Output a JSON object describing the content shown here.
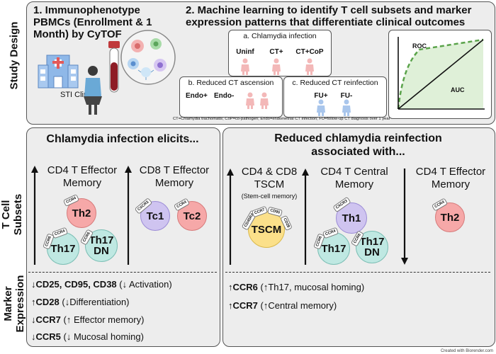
{
  "side_labels": {
    "study_design": "Study Design",
    "t_cell_subsets": "T Cell\nSubsets",
    "marker_expression": "Marker\nExpression"
  },
  "step1": {
    "title": "1. Immunophenotype\nPBMCs (Enrollment & 1\nMonth) by CyTOF",
    "clinic_label": "STI Clinic"
  },
  "step2": {
    "title": "2. Machine learning to identify T cell subsets and marker\nexpression patterns that differentiate clinical outcomes",
    "a": {
      "title": "a. Chlamydia infection",
      "groups": [
        "Uninf",
        "CT+",
        "CT+CoP"
      ]
    },
    "b": {
      "title": "b. Reduced CT ascension",
      "groups": [
        "Endo+",
        "Endo-"
      ]
    },
    "c": {
      "title": "c. Reduced CT reinfection",
      "groups": [
        "FU+",
        "FU-"
      ]
    },
    "footnote": "CT=Chlamydia trachomatis; CoP=co-pathogen; Endo=endometrial CT infection; FU=follow-up CT diagnosis over 1 year",
    "roc_label": "ROC",
    "auc_label": "AUC"
  },
  "left_panel": {
    "title": "Chlamydia infection elicits...",
    "col1": {
      "title": "CD4 T Effector\nMemory",
      "direction": "up"
    },
    "col2": {
      "title": "CD8 T Effector\nMemory",
      "direction": "up"
    },
    "cells": {
      "th2": {
        "label": "Th2",
        "tag": "CCR4"
      },
      "th17": {
        "label": "Th17",
        "tags": [
          "CCR6",
          "CCR4"
        ]
      },
      "th17dn": {
        "label": "Th17\nDN",
        "tag": "CCR6"
      },
      "tc1": {
        "label": "Tc1",
        "tag": "CXCR3"
      },
      "tc2": {
        "label": "Tc2",
        "tag": "CCR4"
      }
    },
    "markers": [
      {
        "dir": "↓",
        "name": "CD25, CD95, CD38",
        "note": "(↓ Activation)"
      },
      {
        "dir": "↑",
        "name": "CD28",
        "note": "(↓Differentiation)"
      },
      {
        "dir": "↓",
        "name": "CCR7",
        "note": "(↑ Effector memory)"
      },
      {
        "dir": "↓",
        "name": "CCR5",
        "note": "(↓ Mucosal homing)"
      }
    ]
  },
  "right_panel": {
    "title": "Reduced chlamydia reinfection\nassociated with...",
    "col1": {
      "title": "CD4 & CD8\nTSCM",
      "subtitle": "(Stem-cell memory)",
      "direction": "up"
    },
    "col2": {
      "title": "CD4 T Central\nMemory",
      "direction": "up"
    },
    "col3": {
      "title": "CD4 T Effector\nMemory",
      "direction": "down"
    },
    "cells": {
      "tscm": {
        "label": "TSCM",
        "tags": [
          "CD45RA",
          "CCR7",
          "CD95",
          "CD28"
        ]
      },
      "th1": {
        "label": "Th1",
        "tag": "CXCR3"
      },
      "th17": {
        "label": "Th17",
        "tags": [
          "CCR6",
          "CCR4"
        ]
      },
      "th17dn": {
        "label": "Th17\nDN",
        "tag": "CCR6"
      },
      "th2": {
        "label": "Th2",
        "tag": "CCR4"
      }
    },
    "markers": [
      {
        "dir": "↑",
        "name": "CCR6",
        "note": "(↑Th17, mucosal homing)"
      },
      {
        "dir": "↑",
        "name": "CCR7",
        "note": "(↑Central memory)"
      }
    ]
  },
  "credit": "Created with Biorender.com",
  "colors": {
    "pink": "#f6a8a8",
    "teal": "#bfe8e2",
    "purple": "#cfc4f0",
    "yellow": "#fbe08a",
    "roc": "#5aa34a",
    "auc_fill": "#dff0d8"
  }
}
